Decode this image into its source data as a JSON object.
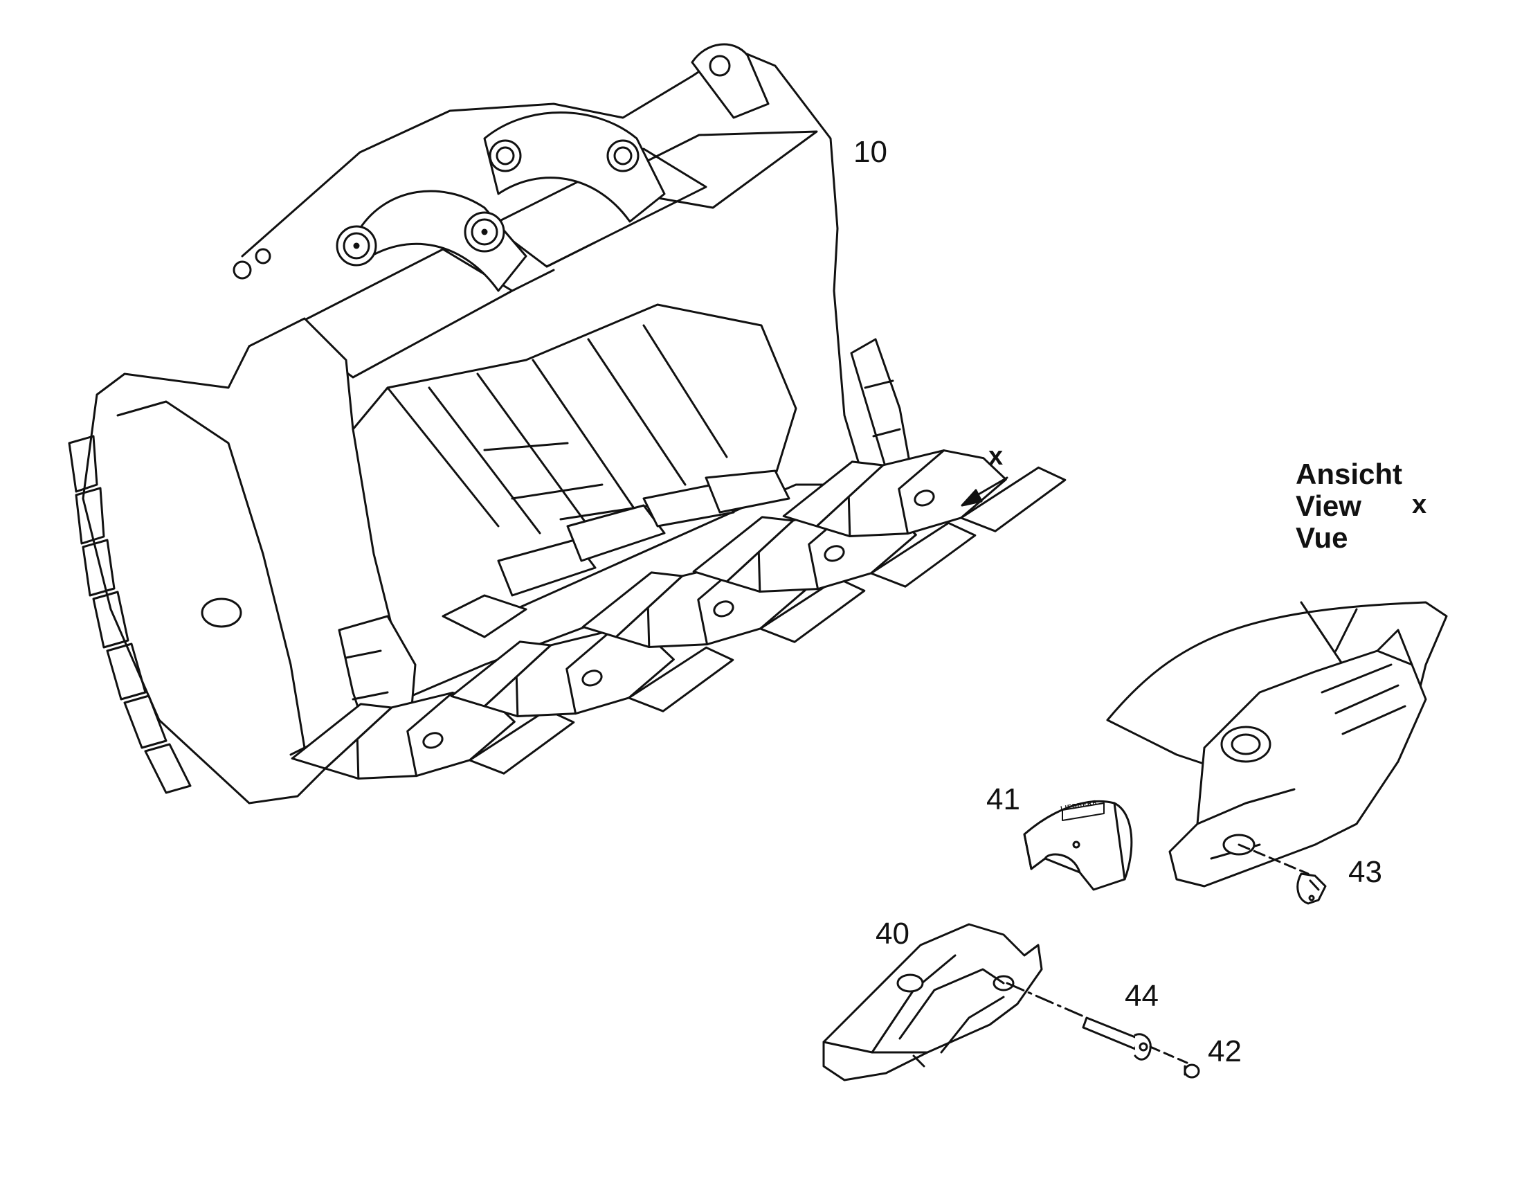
{
  "diagram": {
    "labels": {
      "bucket": "10",
      "tooth_tip": "40",
      "cover": "41",
      "cap": "42",
      "retainer": "43",
      "pin": "44"
    },
    "view_marker": "x",
    "view_caption": {
      "de": "Ansicht",
      "en": "View",
      "fr": "Vue",
      "marker": "x"
    },
    "logo_text": "LIEBHERR"
  }
}
